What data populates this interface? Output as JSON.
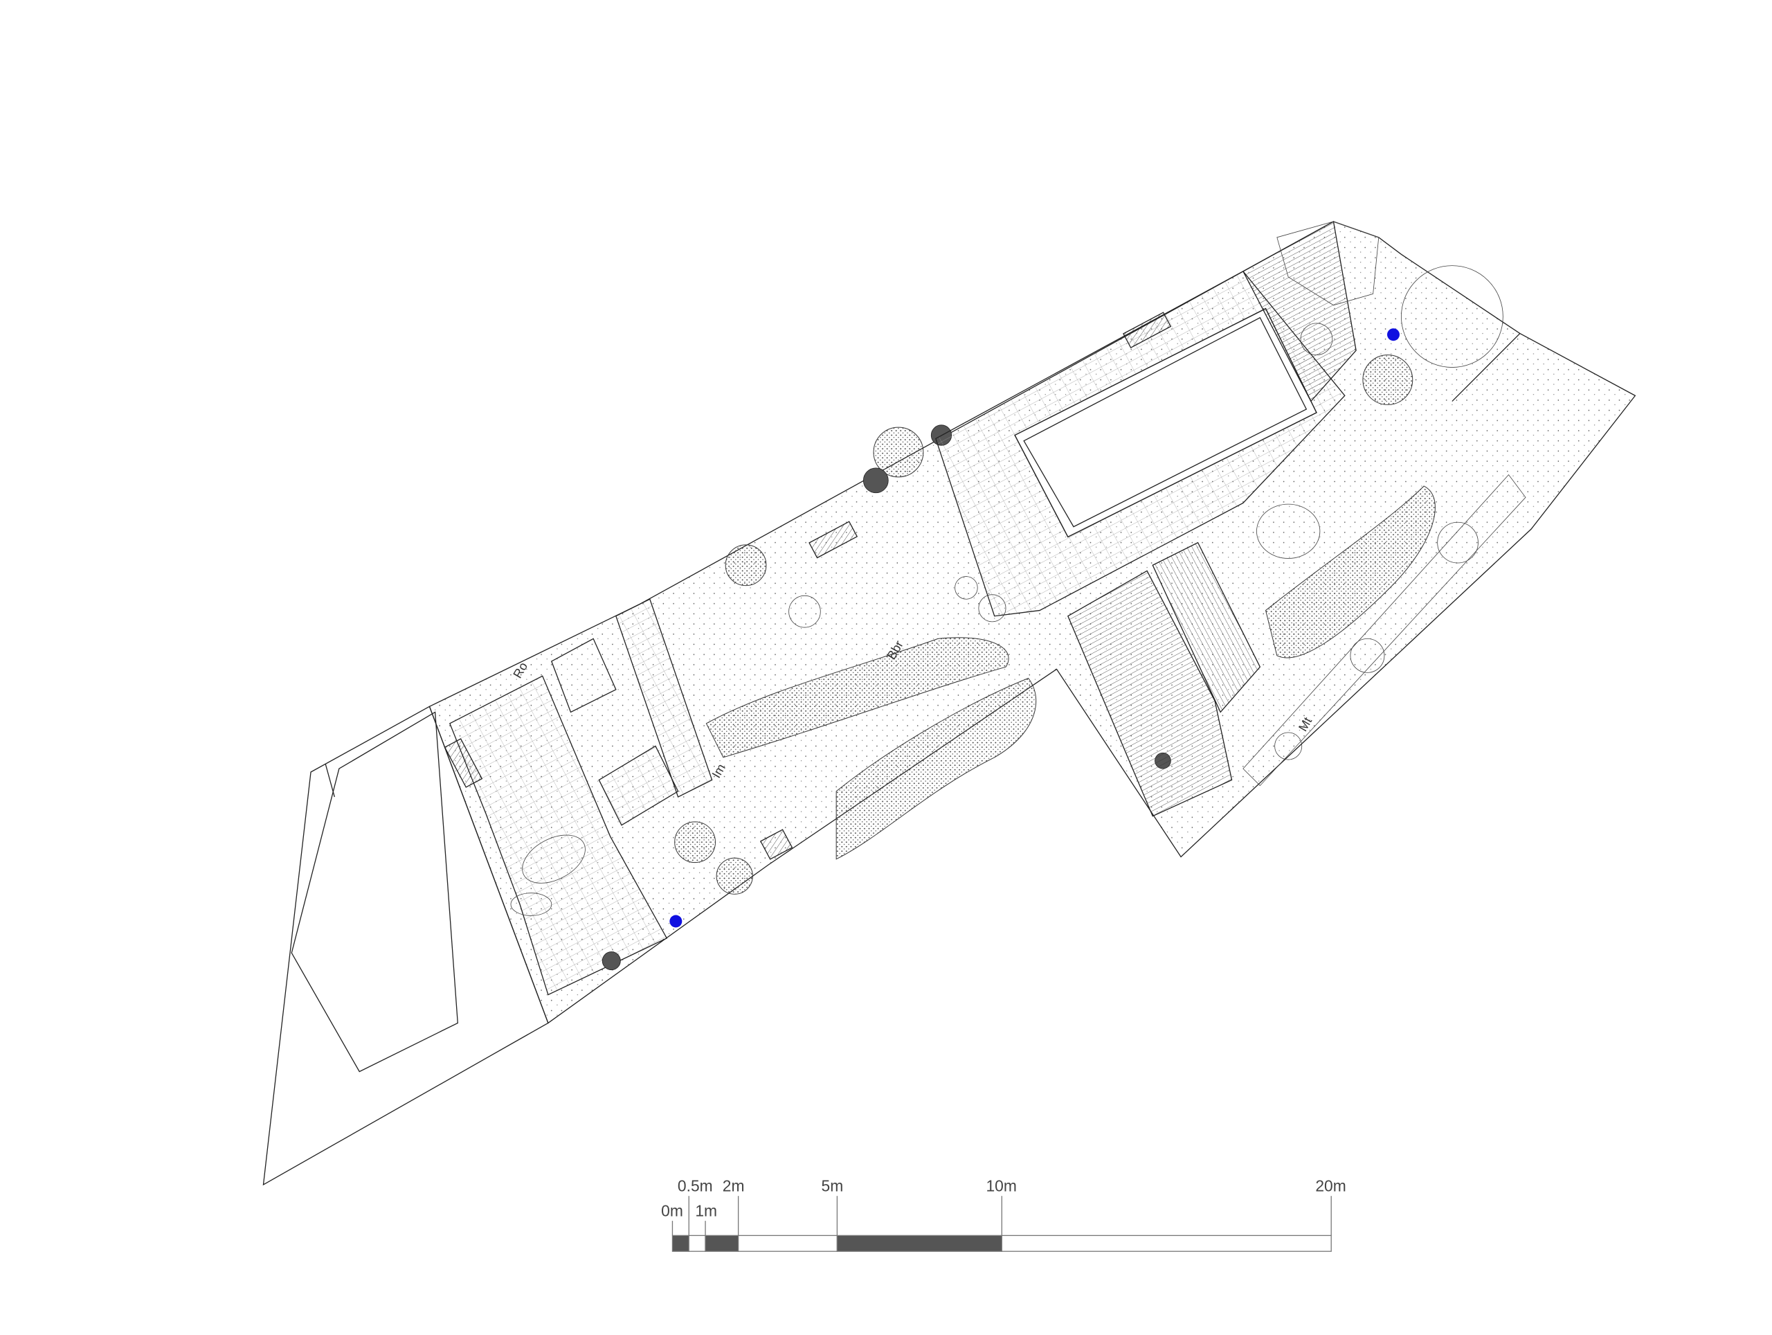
{
  "drawing": {
    "type": "landscape site plan",
    "plant_labels": [
      "Ro",
      "Im",
      "Bbr",
      "Mt"
    ],
    "marker_color": "#1010e0",
    "dark_fill": "#555555"
  },
  "scale_bar": {
    "unit": "m",
    "ticks": [
      {
        "value": 0,
        "label": "0m"
      },
      {
        "value": 0.5,
        "label": "0.5m"
      },
      {
        "value": 1,
        "label": "1m"
      },
      {
        "value": 2,
        "label": "2m"
      },
      {
        "value": 5,
        "label": "5m"
      },
      {
        "value": 10,
        "label": "10m"
      },
      {
        "value": 20,
        "label": "20m"
      }
    ],
    "segments": [
      {
        "from": 0,
        "to": 0.5,
        "filled": true
      },
      {
        "from": 0.5,
        "to": 1,
        "filled": false
      },
      {
        "from": 1,
        "to": 2,
        "filled": true
      },
      {
        "from": 2,
        "to": 5,
        "filled": false
      },
      {
        "from": 5,
        "to": 10,
        "filled": true
      },
      {
        "from": 10,
        "to": 20,
        "filled": false
      }
    ]
  }
}
